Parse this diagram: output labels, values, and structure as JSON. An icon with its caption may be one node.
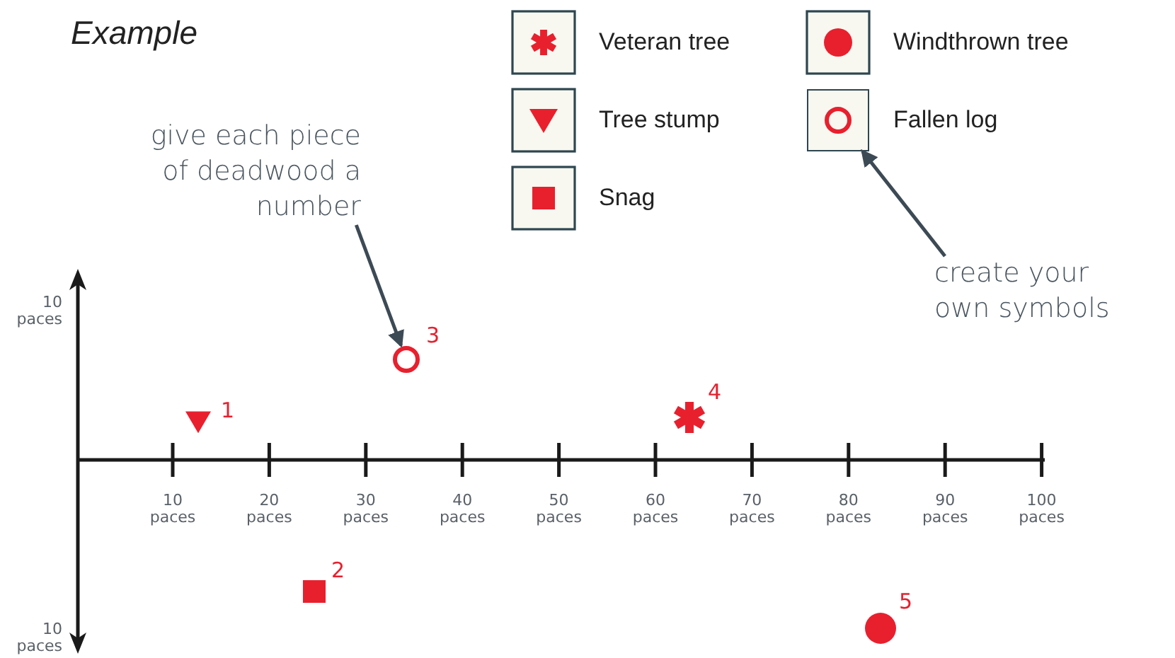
{
  "diagram": {
    "nodes": [
      {
        "text": [
          "give each piece of deadwood a number"
        ]
      },
      {
        "text": [],
        "shape": "circle",
        "beside": [
          "3"
        ]
      },
      {
        "text": [
          "create your own symbols"
        ]
      },
      {
        "text": [],
        "shape": "box"
      }
    ],
    "edges": [
      {
        "from": 0,
        "to": 1,
        "arrow": "to"
      },
      {
        "from": 2,
        "to": 3,
        "arrow": "to"
      }
    ],
    "labels": [
      "Example",
      "10 paces",
      "4",
      "1",
      "10 paces",
      "20 paces",
      "30 paces",
      "40 paces",
      "50 paces",
      "60 paces",
      "70 paces",
      "80 paces",
      "90 paces",
      "100 paces",
      "2",
      "10 paces",
      "5"
    ],
    "legend": [
      {
        "text": "Veteran tree"
      },
      {
        "text": "Windthrown tree"
      },
      {
        "text": "Tree stump"
      },
      {
        "text": "Fallen log"
      },
      {
        "text": "Snag"
      }
    ]
  }
}
